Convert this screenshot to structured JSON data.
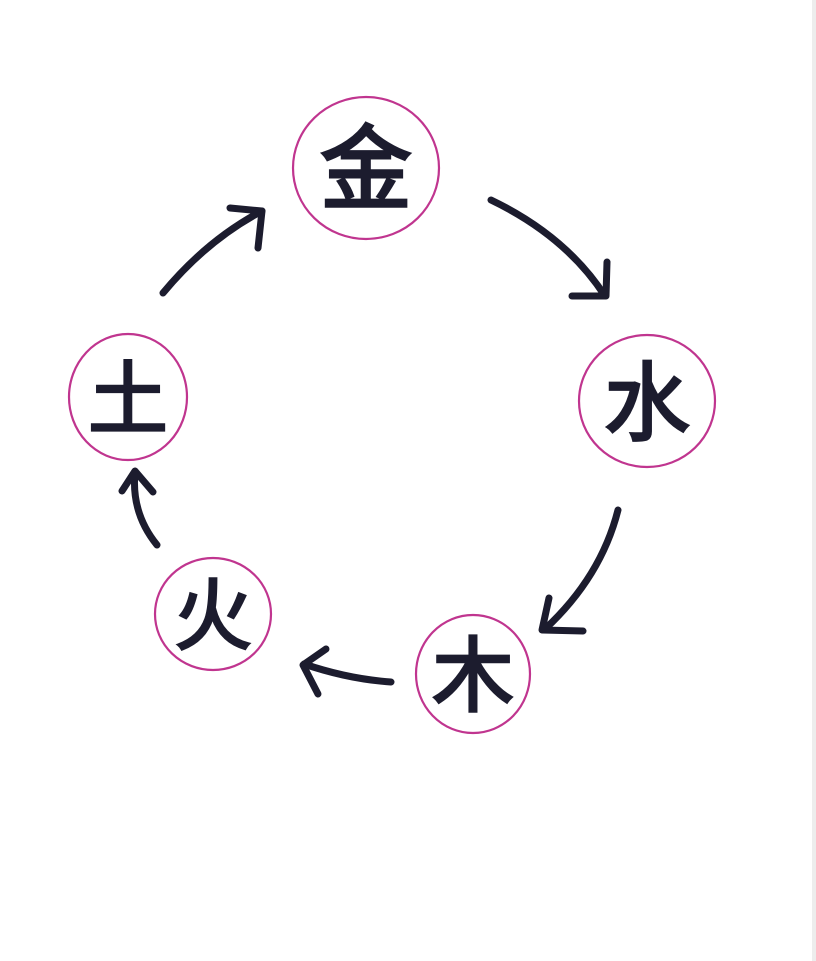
{
  "colors": {
    "ring": "#c0358f",
    "ink": "#1c1c2e",
    "background": "#ffffff"
  },
  "nodes": [
    {
      "id": "metal",
      "char": "金"
    },
    {
      "id": "water",
      "char": "水"
    },
    {
      "id": "wood",
      "char": "木"
    },
    {
      "id": "fire",
      "char": "火"
    },
    {
      "id": "earth",
      "char": "土"
    }
  ],
  "arrows": [
    {
      "from": "metal",
      "to": "water"
    },
    {
      "from": "water",
      "to": "wood"
    },
    {
      "from": "wood",
      "to": "fire"
    },
    {
      "from": "fire",
      "to": "earth"
    },
    {
      "from": "earth",
      "to": "metal"
    }
  ]
}
